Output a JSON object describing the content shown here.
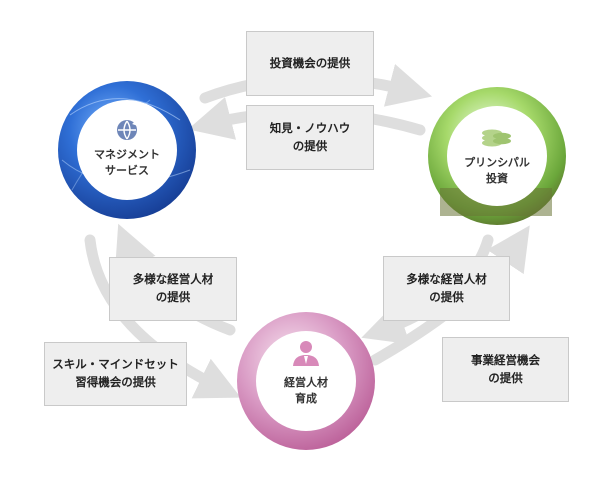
{
  "nodes": {
    "management": {
      "label": "マネジメント\nサービス",
      "icon": "globe-arrow-icon",
      "color": "#1e56b8"
    },
    "principal": {
      "label": "プリンシパル\n投資",
      "icon": "coin-stack-icon",
      "color": "#6aa63a"
    },
    "talent": {
      "label": "経営人材\n育成",
      "icon": "businessperson-icon",
      "color": "#c86ea6"
    }
  },
  "flows": {
    "top_upper": "投資機会の提供",
    "top_lower": "知見・ノウハウ\nの提供",
    "left_upper": "多様な経営人材\nの提供",
    "left_lower": "スキル・マインドセット\n習得機会の提供",
    "right_upper": "多様な経営人材\nの提供",
    "right_lower": "事業経営機会\nの提供"
  },
  "colors": {
    "arrow": "#dedede",
    "box_bg": "#eeeeee",
    "box_border": "#c9c9c9"
  }
}
